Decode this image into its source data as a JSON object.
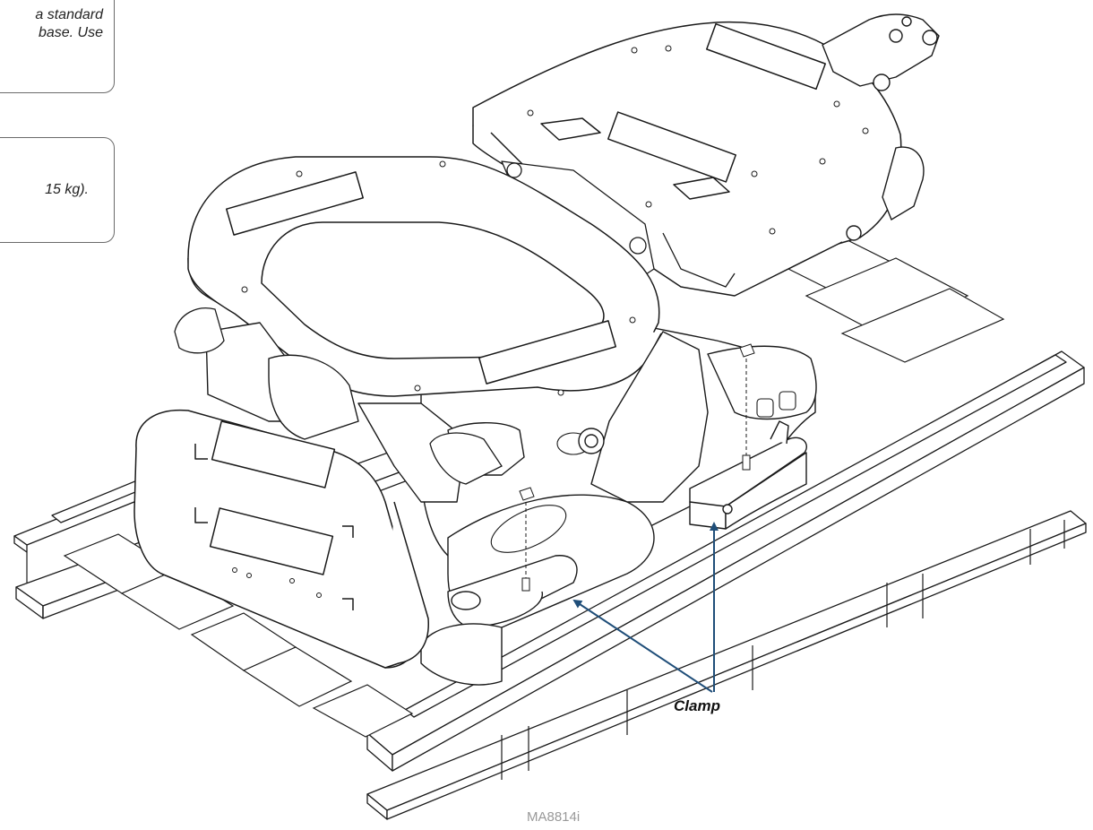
{
  "callouts": [
    {
      "lines": [
        "a standard",
        "base. Use"
      ]
    },
    {
      "lines": [
        "15 kg)."
      ]
    }
  ],
  "labels": {
    "clamp": "Clamp",
    "figure_id": "MA8814i"
  },
  "colors": {
    "line": "#1a1a1a",
    "arrow": "#1f4e79",
    "callout_border": "#6b6b6b"
  }
}
